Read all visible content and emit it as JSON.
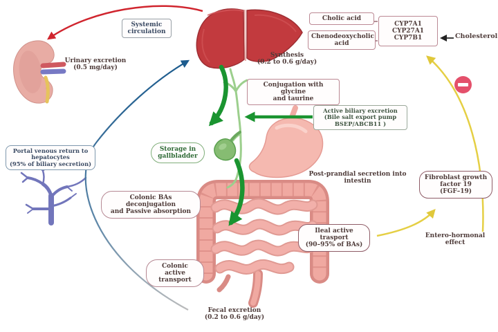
{
  "diagram": {
    "boxes": {
      "systemic": {
        "lines": [
          "Systemic",
          "circulation"
        ]
      },
      "cholic": {
        "lines": [
          "Cholic acid"
        ]
      },
      "chenodeoxycholic": {
        "lines": [
          "Chenodeoxycholic",
          "acid"
        ]
      },
      "cyp": {
        "lines": [
          "CYP7A1",
          "CYP27A1",
          "CYP7B1"
        ]
      },
      "conjugation": {
        "lines": [
          "Conjugation with glycine",
          "and taurine"
        ]
      },
      "active_biliary": {
        "lines": [
          "Active biliary excretion",
          "(Bile salt export pump",
          "BSEP/ABCB11 )"
        ]
      },
      "portal_return": {
        "lines": [
          "Portal venous return to",
          "hepatocytes",
          "(95% of biliary secretion)"
        ]
      },
      "storage": {
        "lines": [
          "Storage in",
          "gallbladder"
        ]
      },
      "colonic_deconjugation": {
        "lines": [
          "Colonic BAs deconjugation",
          "and Passive absorption"
        ]
      },
      "colonic_active": {
        "lines": [
          "Colonic active",
          "transport"
        ]
      },
      "ileal": {
        "lines": [
          "Ileal active",
          "trasport",
          "(90–95% of BAs)"
        ]
      },
      "fgf": {
        "lines": [
          "Fibroblast growth",
          "factor 19",
          "(FGF–19)"
        ]
      }
    },
    "texts": {
      "urinary": {
        "lines": [
          "Urinary excretion",
          "(0.5 mg/day)"
        ]
      },
      "synthesis": {
        "lines": [
          "Synthesis",
          "(0.2 to 0.6 g/day)"
        ]
      },
      "postprandial": {
        "lines": [
          "Post-prandial secretion into",
          "intestin"
        ]
      },
      "entero": {
        "lines": [
          "Entero-hormonal",
          "effect"
        ]
      },
      "fecal": {
        "lines": [
          "Fecal excretion",
          "(0.2 to 0.6 g/day)"
        ]
      },
      "cholesterol": {
        "lines": [
          "Cholesterol"
        ]
      }
    },
    "icons": {
      "inhibition": "minus-circle"
    },
    "colors": {
      "arrow_red": "#d0252e",
      "arrow_blue": "#1d5c8e",
      "arrow_green": "#1da335",
      "arrow_yellow": "#e5cf44",
      "arrow_black": "#222222",
      "box_pink_border": "#bb8893",
      "box_green_border": "#7fae79",
      "box_blue_border": "#7e98ad",
      "box_maroon_border": "#8e5b66",
      "text_brown": "#4e3b39",
      "text_navy": "#3a4a63",
      "text_green": "#2f6b36",
      "inhibition_pink": "#e4506b",
      "liver_red": "#c23a3e",
      "intestine_pink": "#f0a9a1",
      "gallbladder_green": "#86bc72",
      "portal_vein_blue": "#7276bb",
      "kidney_salmon": "#e8aca4"
    }
  }
}
